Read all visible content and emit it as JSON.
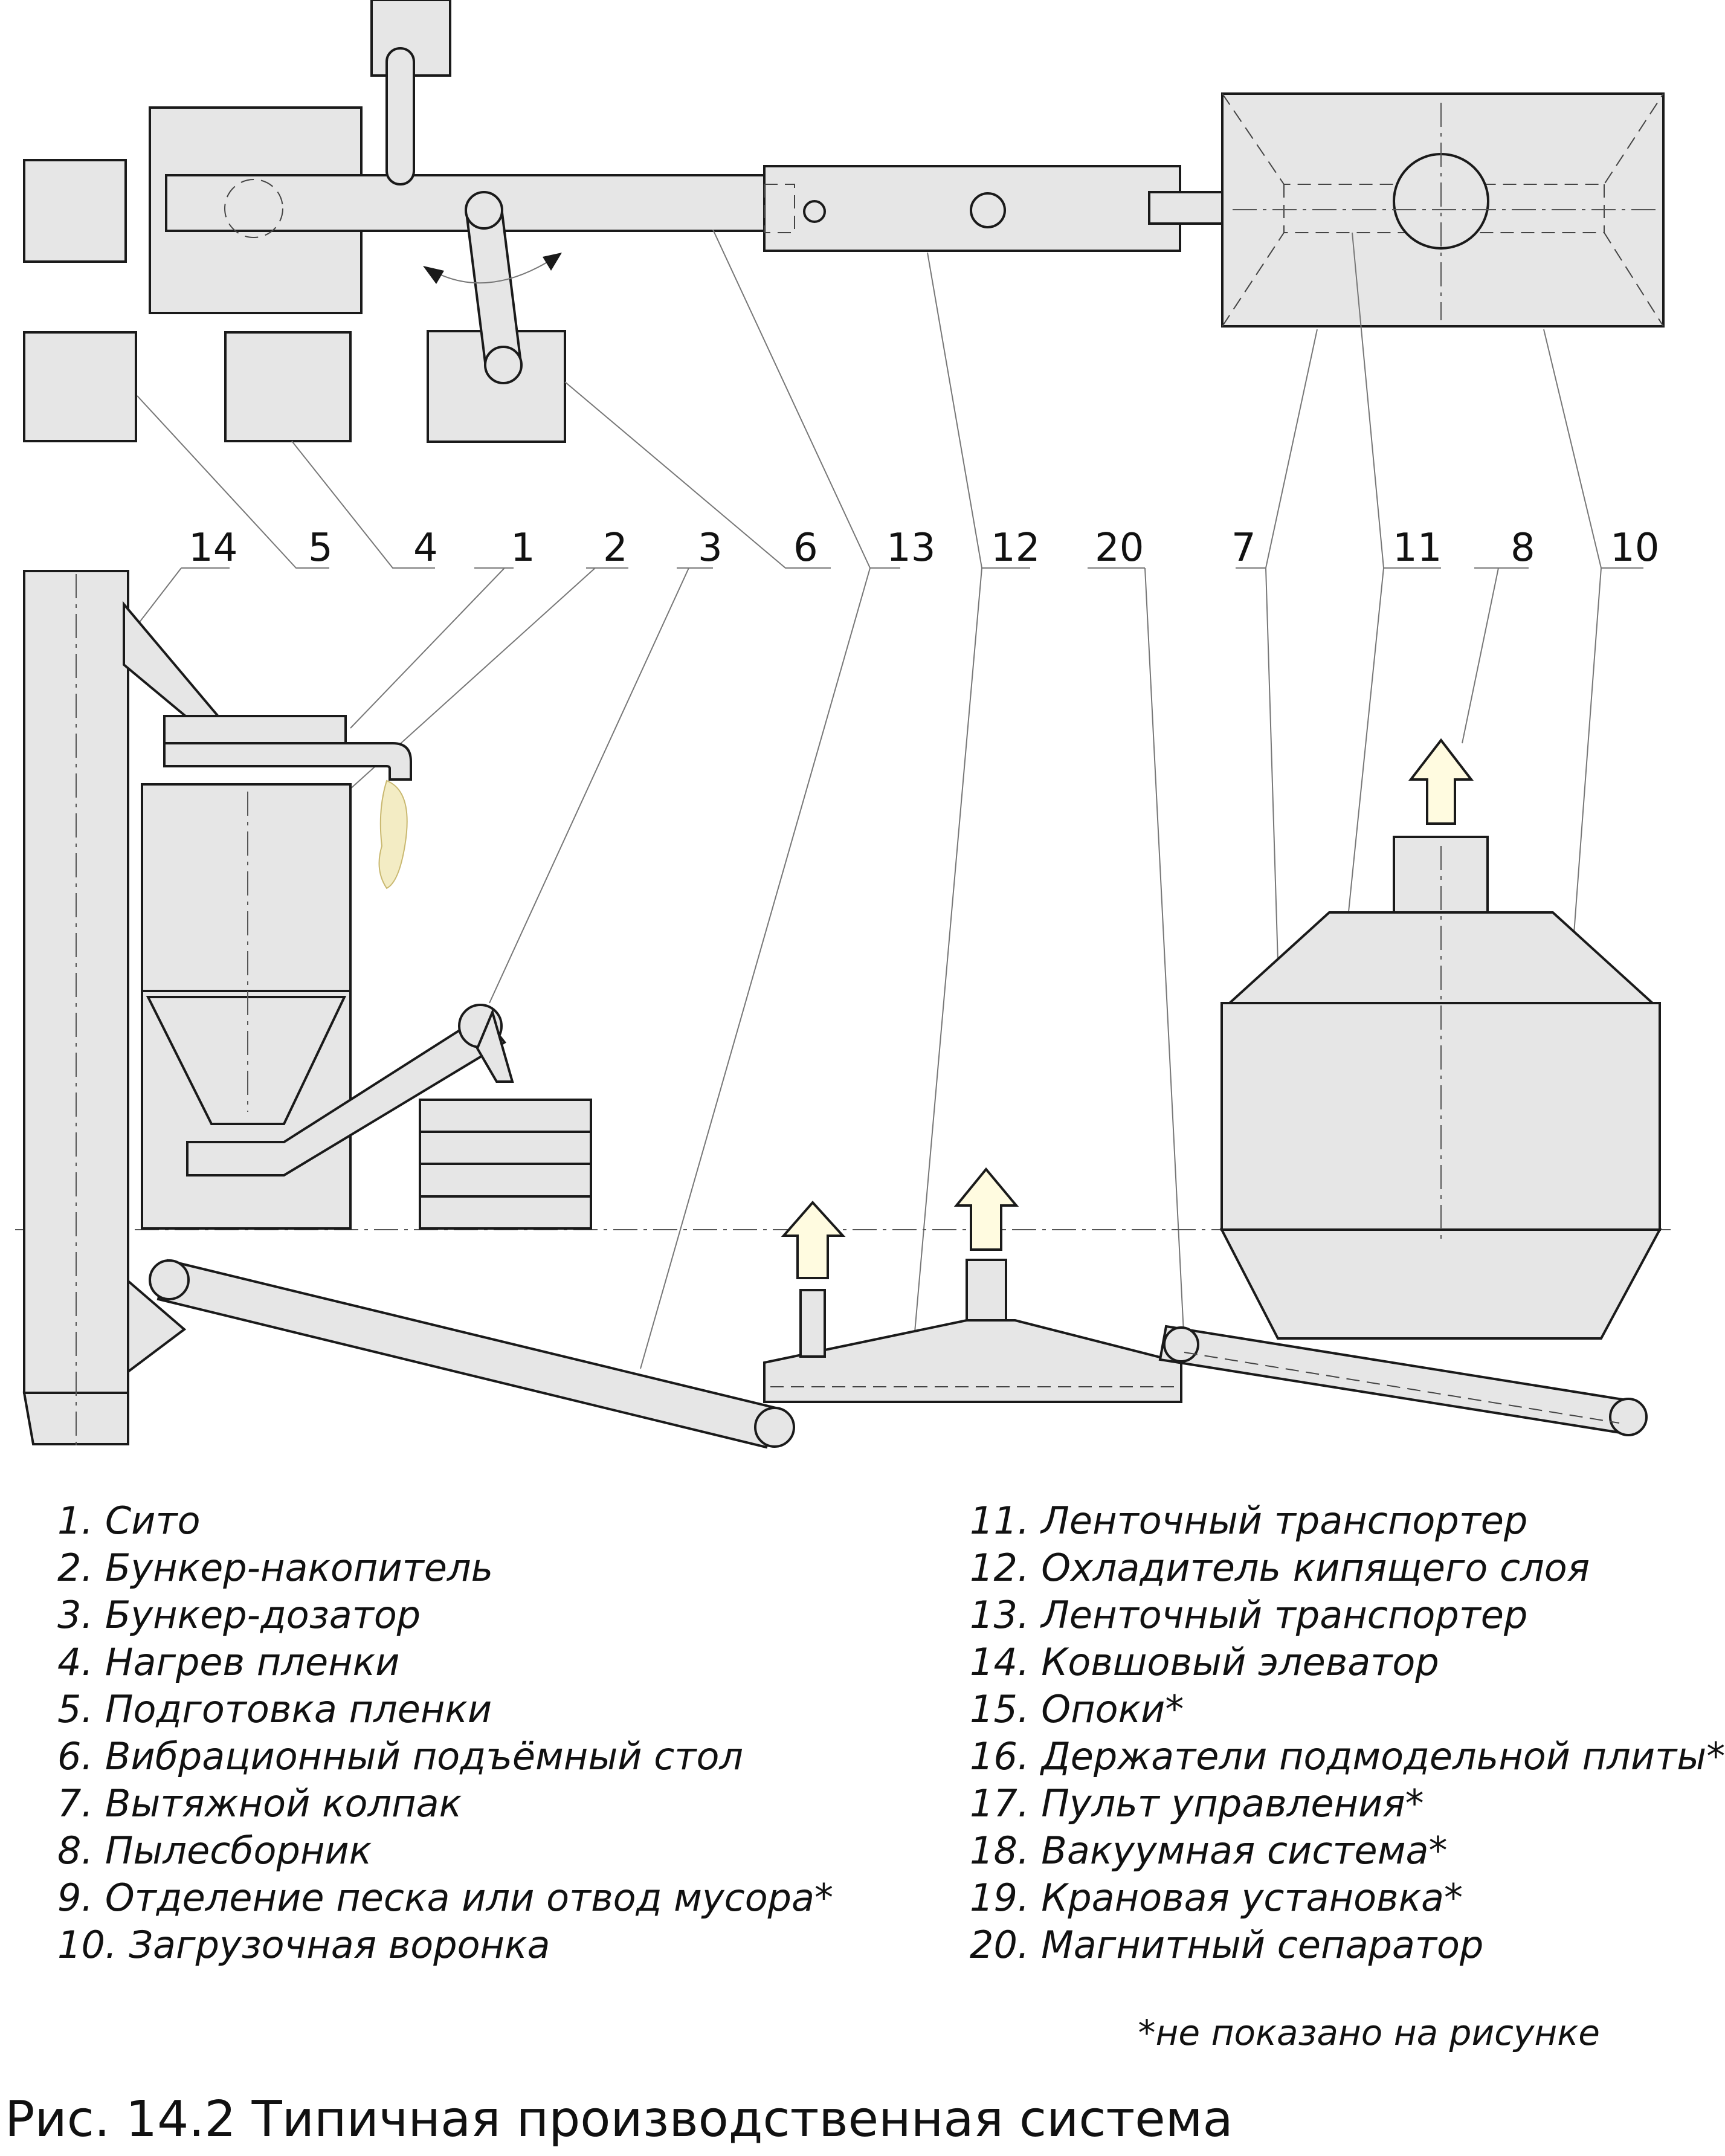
{
  "diagram": {
    "callouts": [
      "14",
      "5",
      "4",
      "1",
      "2",
      "3",
      "6",
      "13",
      "12",
      "20",
      "7",
      "11",
      "8",
      "10"
    ]
  },
  "legend": {
    "left": [
      "1. Сито",
      "2. Бункер-накопитель",
      "3. Бункер-дозатор",
      "4. Нагрев пленки",
      "5. Подготовка пленки",
      "6. Вибрационный подъёмный стол",
      "7. Вытяжной колпак",
      "8. Пылесборник",
      "9. Отделение песка или отвод мусора*",
      "10. Загрузочная воронка"
    ],
    "right": [
      "11. Ленточный транспортер",
      "12. Охладитель кипящего слоя",
      "13. Ленточный транспортер",
      "14. Ковшовый элеватор",
      "15. Опоки*",
      "16. Держатели подмодельной плиты*",
      "17. Пульт управления*",
      "18. Вакуумная система*",
      "19. Крановая установка*",
      "20. Магнитный сепаратор"
    ]
  },
  "footnote": "*не показано на рисунке",
  "caption": "Рис. 14.2 Типичная производственная система",
  "colors": {
    "equipment_fill": "#e6e6e6",
    "outline": "#1a1a1a",
    "exhaust_arrow_fill": "#fffbe0",
    "sand_stream": "#f3ecc4"
  }
}
